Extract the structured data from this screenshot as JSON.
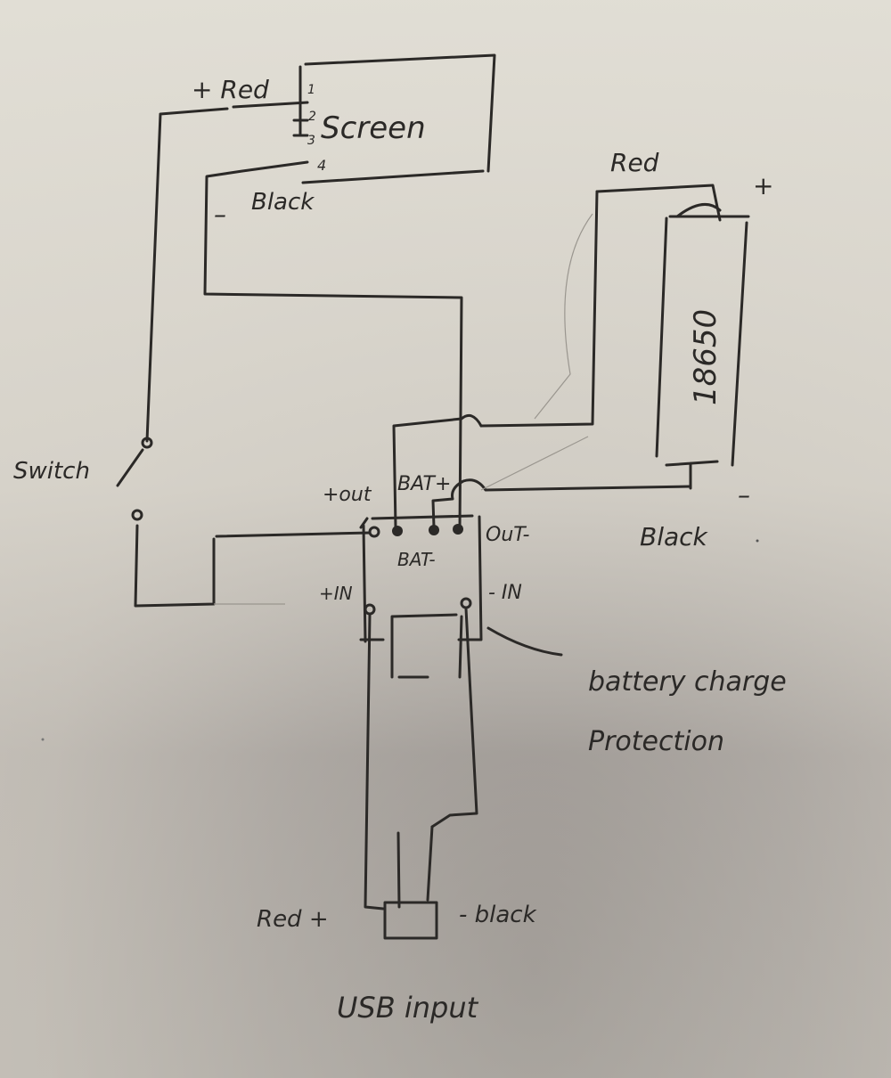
{
  "diagram": {
    "type": "hand-drawn circuit wiring diagram",
    "components": {
      "screen": {
        "label": "Screen",
        "pins": [
          "1",
          "2",
          "3",
          "4"
        ],
        "plus_label": "+ Red",
        "minus_label": "Black",
        "minus_sign": "–"
      },
      "battery": {
        "label": "18650",
        "wire_plus": "Red",
        "wire_minus": "Black",
        "plus_sign": "+",
        "minus_sign": "–"
      },
      "switch": {
        "label": "Switch"
      },
      "module": {
        "label_line1": "battery charge",
        "label_line2": "Protection",
        "pins": {
          "out_plus": "+out",
          "bat_plus": "BAT+",
          "bat_minus": "BAT-",
          "out_minus": "OuT-",
          "in_plus": "+IN",
          "in_minus": "- IN"
        }
      },
      "usb": {
        "label": "USB input",
        "plus_label": "Red +",
        "minus_label": "- black"
      }
    }
  }
}
